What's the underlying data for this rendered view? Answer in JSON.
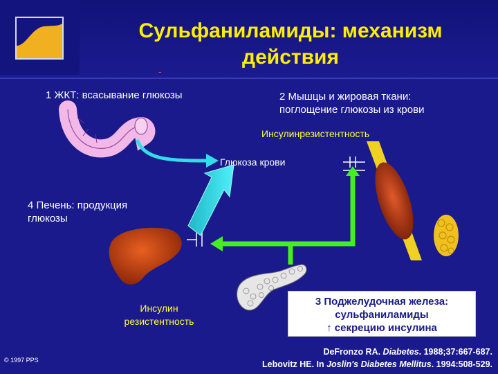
{
  "title_line1": "Сульфаниламиды: механизм",
  "title_line2": "действия",
  "dash": "-",
  "nodes": {
    "gut": "1 ЖКТ: всасывание глюкозы",
    "muscle_line1": "2 Мышцы и жировая ткани:",
    "muscle_line2": "поглощение глюкозы из крови",
    "insulin_resistance_top": "Инсулинрезистентность",
    "blood_glucose": "Глюкоза крови",
    "liver_line1": "4 Печень: продукция",
    "liver_line2": "глюкозы",
    "liver_resistance_line1": "Инсулин",
    "liver_resistance_line2": "резистентность",
    "pancreas_line1": "3 Поджелудочная железа:",
    "pancreas_line2": "сульфаниламиды",
    "pancreas_line3": "↑ секрецию инсулина"
  },
  "reference": {
    "line1_authors": "DeFronzo RA. ",
    "line1_journal": "Diabetes",
    "line1_rest": ". 1988;37:667-687.",
    "line2_authors": "Lebovitz HE. In ",
    "line2_book": "Joslin's Diabetes Mellitus",
    "line2_rest": ". 1994:508-529."
  },
  "copyright": "© 1997 PPS",
  "colors": {
    "background": "#1a1a8c",
    "title": "#ffee00",
    "arrow_cyan": "#33dde8",
    "arrow_green": "#44ee22",
    "muscle": "#c0401a",
    "fat": "#f0c020",
    "liver": "#d04810",
    "intestine": "#f2b8e8"
  }
}
